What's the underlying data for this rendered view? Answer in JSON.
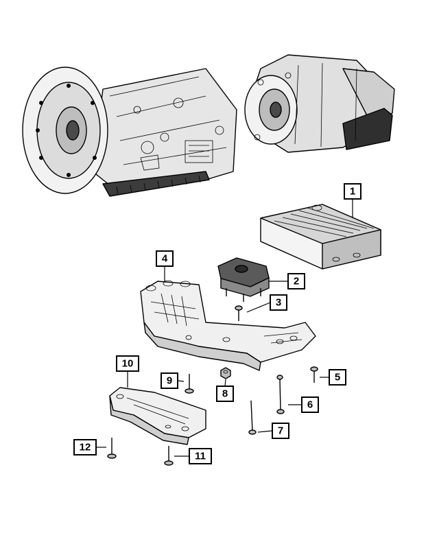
{
  "callouts": [
    {
      "id": "1",
      "label": "1"
    },
    {
      "id": "2",
      "label": "2"
    },
    {
      "id": "3",
      "label": "3"
    },
    {
      "id": "4",
      "label": "4"
    },
    {
      "id": "5",
      "label": "5"
    },
    {
      "id": "6",
      "label": "6"
    },
    {
      "id": "7",
      "label": "7"
    },
    {
      "id": "8",
      "label": "8"
    },
    {
      "id": "9",
      "label": "9"
    },
    {
      "id": "10",
      "label": "10"
    },
    {
      "id": "11",
      "label": "11"
    },
    {
      "id": "12",
      "label": "12"
    }
  ],
  "colors": {
    "line": "#000000",
    "fill_light": "#ffffff",
    "fill_mid": "#d9d9d9",
    "fill_dark": "#4a4a4a"
  }
}
